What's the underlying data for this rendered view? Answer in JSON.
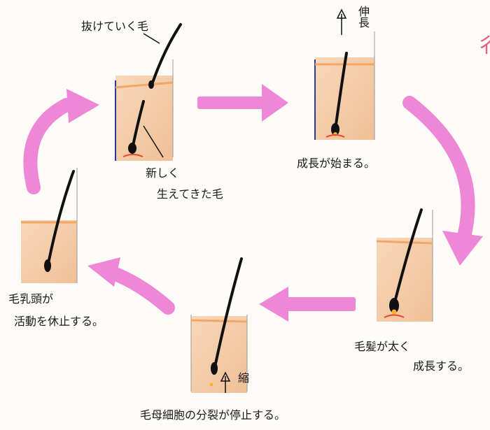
{
  "labels": {
    "shedding_hair": "抜けていく毛",
    "new_hair_line1": "新しく",
    "new_hair_line2": "生えてきた毛",
    "elongation": "伸長",
    "growth_starts": "成長が始まる。",
    "hair_thick_line1": "毛髪が太く",
    "hair_thick_line2": "成長する。",
    "division_stops": "毛母細胞の分裂が停止する。",
    "shrink": "縮",
    "papilla_line1": "毛乳頭が",
    "papilla_line2": "活動を休止する。"
  },
  "colors": {
    "arrow": "#ee88d6",
    "skin": "#f4c9a0",
    "hair": "#111111",
    "papilla": "#e8452f",
    "bulb_glow": "#f7b12c",
    "edge_mark": "#e0608a"
  }
}
